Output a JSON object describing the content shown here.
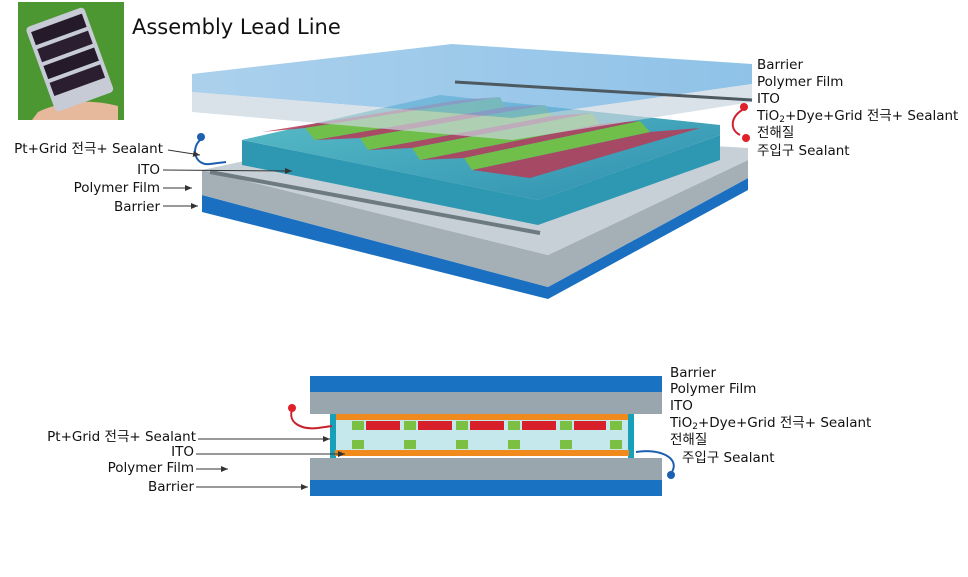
{
  "title": "Assembly Lead Line",
  "top_diagram": {
    "left_labels": [
      "Pt+Grid 전극+ Sealant",
      "ITO",
      "Polymer Film",
      "Barrier"
    ],
    "right_labels": [
      "Barrier",
      "Polymer Film",
      "ITO",
      "TiO2+Dye+Grid 전극+ Sealant",
      "전해질",
      "주입구 Sealant"
    ]
  },
  "bottom_diagram": {
    "left_labels": [
      "Pt+Grid 전극+ Sealant",
      "ITO",
      "Polymer Film",
      "Barrier"
    ],
    "right_labels": [
      "Barrier",
      "Polymer Film",
      "ITO",
      "TiO2+Dye+Grid 전극+ Sealant",
      "전해질",
      "주입구 Sealant"
    ]
  },
  "colors": {
    "barrier_blue": "#1a72c2",
    "polymer_grey": "#9aa6ae",
    "cell_teal": "#3aa6b8",
    "dye_red": "#d8202a",
    "grid_green": "#7cc043",
    "ito_orange": "#f08a1c",
    "dot_red": "#e0202a",
    "dot_blue": "#1d5fb0"
  }
}
